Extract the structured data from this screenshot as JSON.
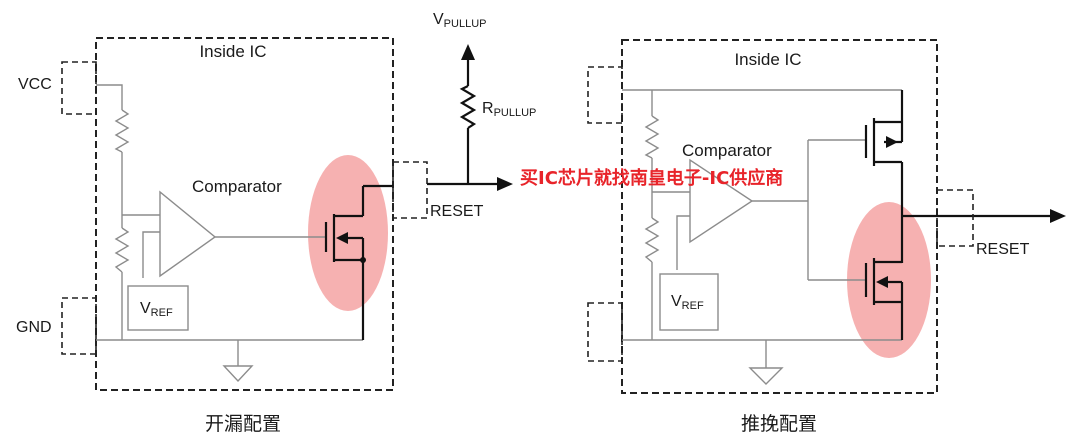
{
  "left_circuit": {
    "box_title": "Inside IC",
    "vcc_label": "VCC",
    "gnd_label": "GND",
    "comparator_label": "Comparator",
    "vref_main": "V",
    "vref_sub": "REF",
    "vpullup_main": "V",
    "vpullup_sub": "PULLUP",
    "rpullup_main": "R",
    "rpullup_sub": "PULLUP",
    "reset_label": "RESET",
    "caption": "开漏配置"
  },
  "right_circuit": {
    "box_title": "Inside IC",
    "comparator_label": "Comparator",
    "vref_main": "V",
    "vref_sub": "REF",
    "reset_label": "RESET",
    "caption": "推挽配置"
  },
  "watermark": "买IC芯片就找南皇电子-IC供应商",
  "colors": {
    "highlight": "#f4a3a3",
    "watermark": "#e8242a",
    "wire_black": "#111111",
    "wire_gray": "#8c8c8c"
  }
}
